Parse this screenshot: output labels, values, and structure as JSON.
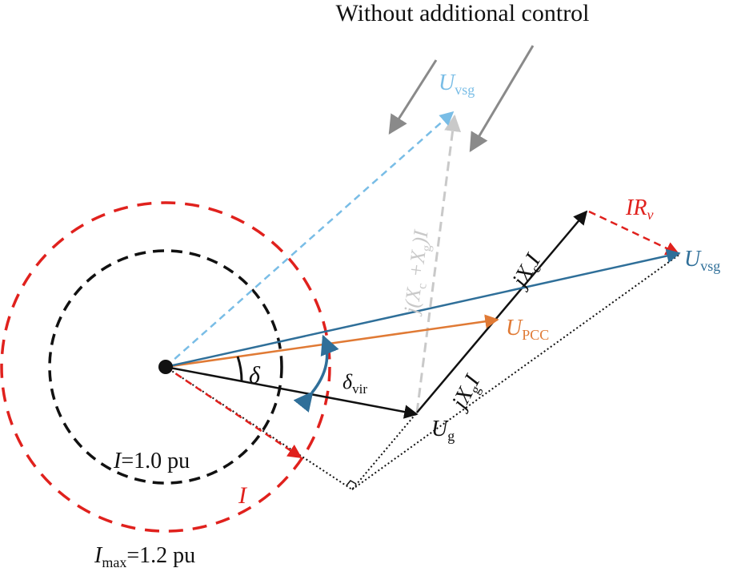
{
  "title": "Without additional control",
  "colors": {
    "black": "#111111",
    "red": "#e0211d",
    "light_blue": "#79bde6",
    "teal_blue": "#2f6f99",
    "orange": "#e07a35",
    "gray_arrow": "#8a8a8a",
    "light_gray": "#c9c9c9"
  },
  "labels": {
    "u_vsg_light": {
      "main": "U",
      "sub": "vsg"
    },
    "u_vsg": {
      "main": "U",
      "sub": "vsg"
    },
    "u_pcc": {
      "main": "U",
      "sub": "PCC"
    },
    "u_g": {
      "main": "U",
      "sub": "g"
    },
    "ir_v": {
      "main": "IR",
      "sub": "v"
    },
    "jxc_i": {
      "j": "jX",
      "sub": "c",
      "tail": "I"
    },
    "jxg_i": {
      "j": "jX",
      "sub": "g",
      "tail": "I"
    },
    "jxcxg_i": {
      "pre": "j(X",
      "sub1": "c",
      "mid": " +X",
      "sub2": "g",
      "post": ")I"
    },
    "delta": "δ",
    "delta_vir": {
      "main": "δ",
      "sub": "vir"
    },
    "current": "I",
    "i_circle": {
      "main": "I",
      "rest": "=1.0 pu"
    },
    "imax_circle": {
      "main": "I",
      "sub": "max",
      "rest": "=1.2 pu"
    }
  }
}
